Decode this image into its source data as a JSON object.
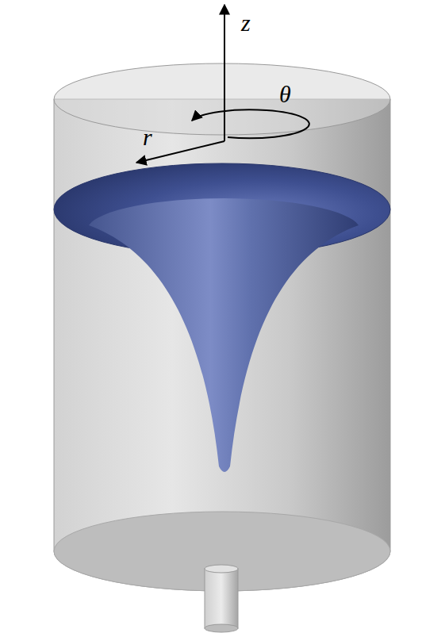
{
  "diagram": {
    "labels": [
      "z",
      "θ",
      "r"
    ]
  }
}
